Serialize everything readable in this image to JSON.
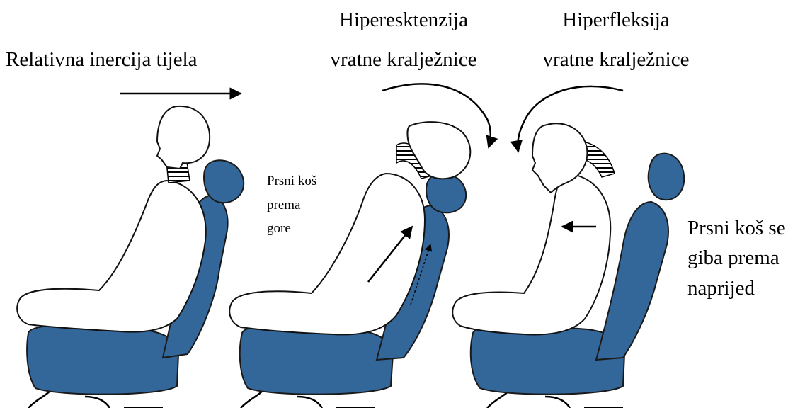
{
  "labels": {
    "relative_inertia": "Relativna inercija tijela",
    "hyperextension_line1": "Hiperesktenzija",
    "hyperextension_line2": "vratne kralježnice",
    "hyperflexion_line1": "Hiperfleksija",
    "hyperflexion_line2": "vratne kralježnice",
    "chest_up_line1": "Prsni koš",
    "chest_up_line2": "prema",
    "chest_up_line3": "gore",
    "chest_forward_line1": "Prsni koš se",
    "chest_forward_line2": "giba prema",
    "chest_forward_line3": "naprijed"
  },
  "colors": {
    "seat": "#336699",
    "outline": "#111111",
    "background": "#ffffff"
  }
}
